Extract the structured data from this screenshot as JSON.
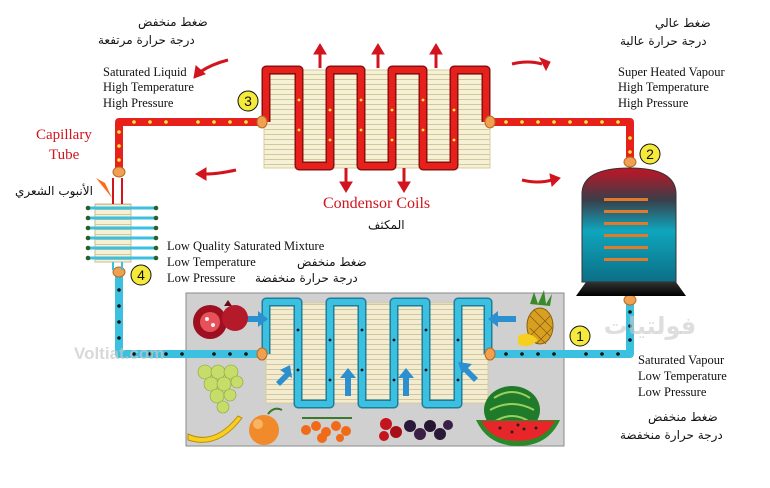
{
  "labels": {
    "p3_ar1": "ضغط منخفض",
    "p3_ar2": "درجة حرارة  مرتفعة",
    "p3_en1": "Saturated Liquid",
    "p3_en2": "High Temperature",
    "p3_en3": "High Pressure",
    "p2_ar1": "ضغط عالي",
    "p2_ar2": "درجة حرارة عالية",
    "p2_en1": "Super Heated Vapour",
    "p2_en2": "High Temperature",
    "p2_en3": "High Pressure",
    "cap_en1": "Capillary",
    "cap_en2": "Tube",
    "cap_ar": "الأنبوب الشعري",
    "cond_en": "Condensor Coils",
    "cond_ar": "المكثف",
    "p4_en1": "Low Quality Saturated Mixture",
    "p4_en2": "Low Temperature",
    "p4_en3": "Low Pressure",
    "p4_ar1": "ضغط منخفض",
    "p4_ar2": "درجة حرارة منخفضة",
    "p1_en1": "Saturated Vapour",
    "p1_en2": "Low Temperature",
    "p1_en3": "Low Pressure",
    "p1_ar1": "ضغط منخفض",
    "p1_ar2": "درجة حرارة منخفضة",
    "watermark_en": "Voltiat.com",
    "watermark_ar": "فولتيات"
  },
  "points": [
    "1",
    "2",
    "3",
    "4"
  ],
  "colors": {
    "hot_pipe": "#e8201c",
    "cold_pipe": "#3cc0e0",
    "marker": "#f5ea3c",
    "accent_red": "#d2141e"
  }
}
